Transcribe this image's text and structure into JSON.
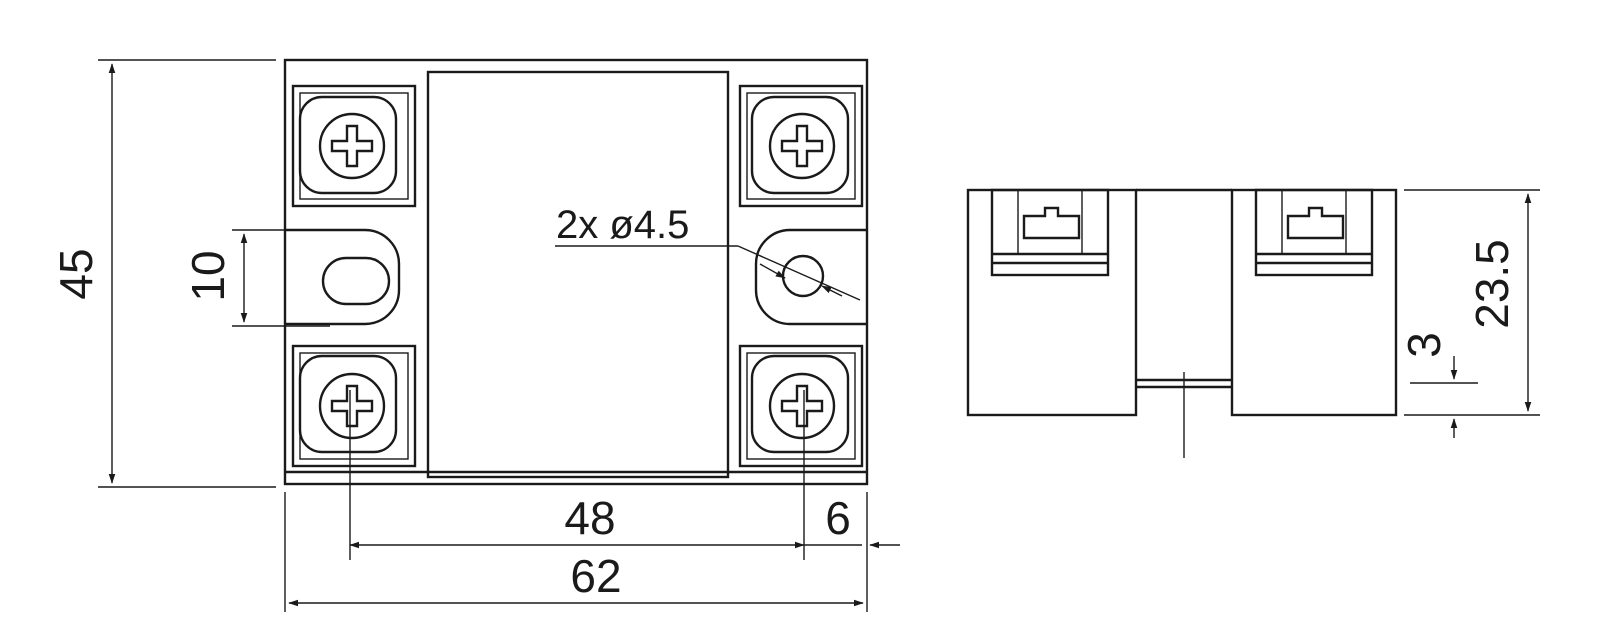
{
  "dimensions": {
    "height": "45",
    "slot_height": "10",
    "hole_note": "2x ø4.5",
    "hole_spacing": "48",
    "edge_offset": "6",
    "overall_width": "62",
    "side_height": "23.5",
    "base_step": "3"
  },
  "colors": {
    "line": "#1a1a1a",
    "background": "#ffffff"
  }
}
